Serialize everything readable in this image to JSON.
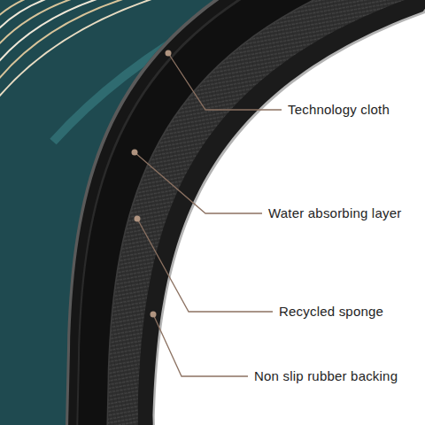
{
  "diagram": {
    "labels": [
      "Technology cloth",
      "Water absorbing layer",
      "Recycled sponge",
      "Non slip rubber backing"
    ]
  }
}
